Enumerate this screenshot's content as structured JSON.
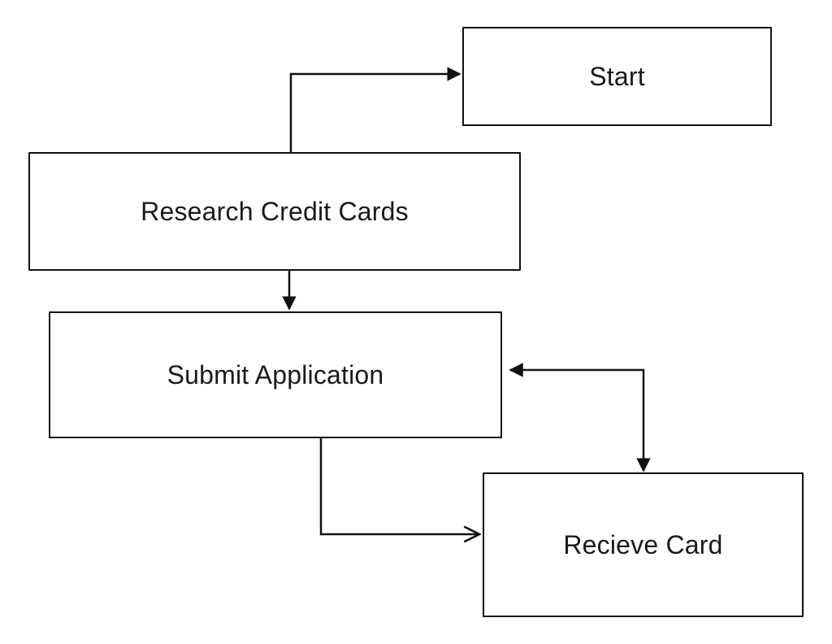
{
  "diagram": {
    "type": "flowchart",
    "nodes": [
      {
        "id": "start",
        "label": "Start"
      },
      {
        "id": "research",
        "label": "Research Credit Cards"
      },
      {
        "id": "submit",
        "label": "Submit Application"
      },
      {
        "id": "receive",
        "label": "Recieve Card"
      }
    ],
    "edges": [
      {
        "from": "research",
        "to": "start",
        "arrow": "end"
      },
      {
        "from": "research",
        "to": "submit",
        "arrow": "end"
      },
      {
        "from": "submit",
        "to": "receive",
        "arrow": "end"
      },
      {
        "from": "receive",
        "to": "submit",
        "arrow": "both"
      }
    ],
    "colors": {
      "line": "#111111",
      "text": "#1a1a1a",
      "background": "#ffffff"
    }
  }
}
